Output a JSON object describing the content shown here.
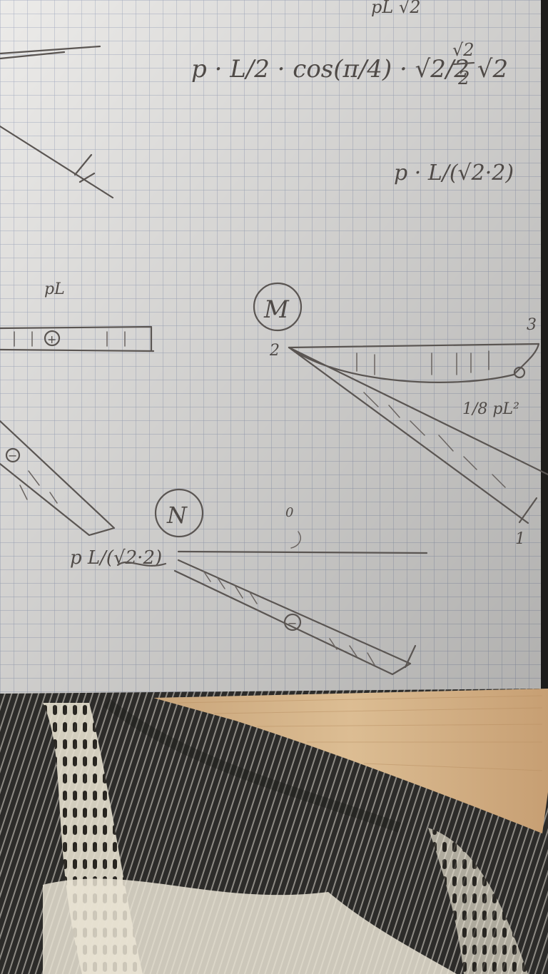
{
  "photo": {
    "subject": "",
    "colors": {
      "paper": "#ecebea",
      "grid": "#a8b0c4",
      "ink": "#55504d",
      "desk": "#d9b98e",
      "fabric_dark": "#2b2a28",
      "fabric_light": "#e8e2d2"
    }
  },
  "notes": {
    "formula_top": "p · L/2 · cos(π/4) · √2/2 √2",
    "sqrt2": "√2",
    "two": "2",
    "top_right": "pL √2",
    "p_frac": "p · L/(√2·2)",
    "label_M": "M",
    "label_N": "N",
    "label_pL": "pL",
    "node_1": "1",
    "node_2": "2",
    "node_3": "3",
    "eighth": "1/8 pL²",
    "plus": "+",
    "minus": "−",
    "zero": "0",
    "p_frac_left": "p L/(√2·2)"
  }
}
